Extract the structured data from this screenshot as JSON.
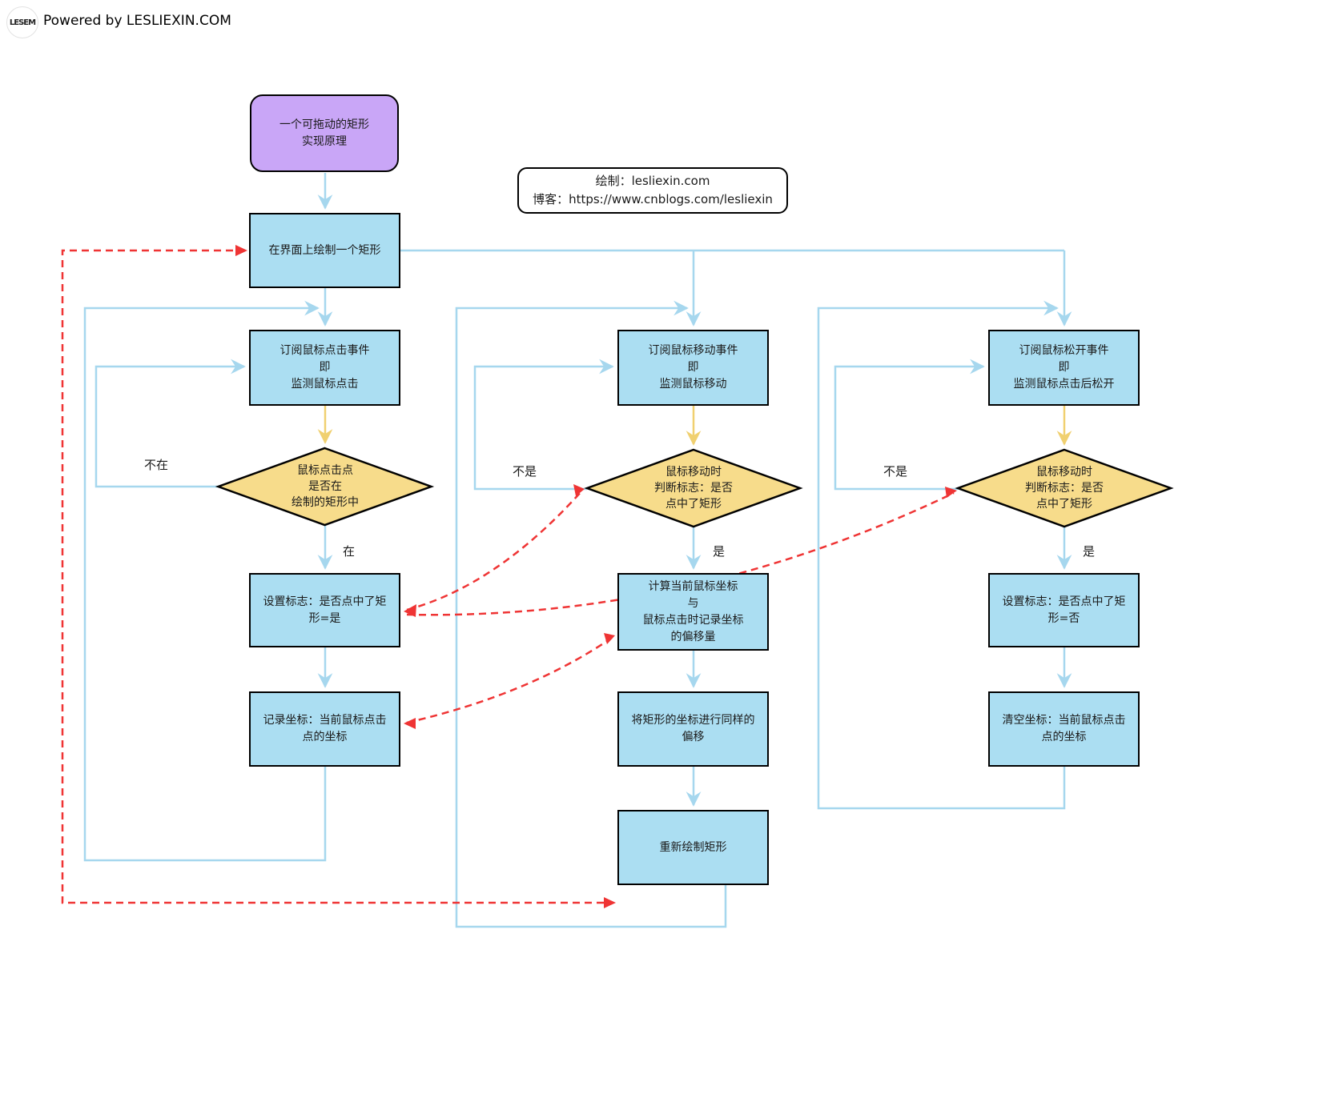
{
  "header": {
    "logo_text": "LESEM",
    "powered_by": "Powered by LESLIEXIN.COM"
  },
  "note": {
    "line1": "绘制：lesliexin.com",
    "line2": "博客：https://www.cnblogs.com/lesliexin"
  },
  "nodes": {
    "start": {
      "lines": [
        "一个可拖动的矩形",
        "实现原理"
      ]
    },
    "draw_rect": {
      "lines": [
        "在界面上绘制一个矩形"
      ]
    },
    "subscribe_click": {
      "lines": [
        "订阅鼠标点击事件",
        "即",
        "监测鼠标点击"
      ]
    },
    "subscribe_move": {
      "lines": [
        "订阅鼠标移动事件",
        "即",
        "监测鼠标移动"
      ]
    },
    "subscribe_up": {
      "lines": [
        "订阅鼠标松开事件",
        "即",
        "监测鼠标点击后松开"
      ]
    },
    "decision_click": {
      "lines": [
        "鼠标点击点",
        "是否在",
        "绘制的矩形中"
      ]
    },
    "decision_move": {
      "lines": [
        "鼠标移动时",
        "判断标志：是否",
        "点中了矩形"
      ]
    },
    "decision_up": {
      "lines": [
        "鼠标移动时",
        "判断标志：是否",
        "点中了矩形"
      ]
    },
    "set_flag_yes": {
      "lines": [
        "设置标志：是否点中了矩",
        "形=是"
      ]
    },
    "calc_offset": {
      "lines": [
        "计算当前鼠标坐标",
        "与",
        "鼠标点击时记录坐标",
        "的偏移量"
      ]
    },
    "set_flag_no": {
      "lines": [
        "设置标志：是否点中了矩",
        "形=否"
      ]
    },
    "record_coord": {
      "lines": [
        "记录坐标：当前鼠标点击",
        "点的坐标"
      ]
    },
    "offset_rect": {
      "lines": [
        "将矩形的坐标进行同样的",
        "偏移"
      ]
    },
    "clear_coord": {
      "lines": [
        "清空坐标：当前鼠标点击",
        "点的坐标"
      ]
    },
    "redraw": {
      "lines": [
        "重新绘制矩形"
      ]
    }
  },
  "edge_labels": {
    "col1_no": "不在",
    "col1_yes": "在",
    "col2_no": "不是",
    "col2_yes": "是",
    "col3_no": "不是",
    "col3_yes": "是"
  },
  "colors": {
    "process_fill": "#abdef2",
    "start_fill": "#c9a6f7",
    "decision_fill": "#f7dc8b",
    "flow_line": "#a6d7ee",
    "decision_in_line": "#f0d070",
    "reference_line": "#ef3434",
    "border": "#000000"
  }
}
